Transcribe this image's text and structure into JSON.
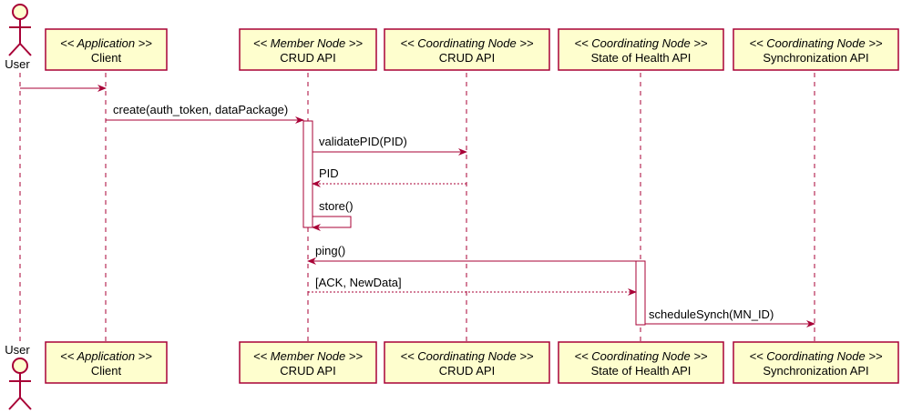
{
  "diagram": {
    "type": "sequence",
    "colors": {
      "participant_fill": "#FEFECE",
      "border": "#A80036",
      "actor_fill": "#FEFECE",
      "text": "#000000"
    },
    "actor": {
      "name": "User"
    },
    "participants": [
      {
        "id": "client",
        "stereotype": "<< Application >>",
        "name": "Client"
      },
      {
        "id": "mn_crud",
        "stereotype": "<< Member Node >>",
        "name": "CRUD API"
      },
      {
        "id": "cn_crud",
        "stereotype": "<< Coordinating Node >>",
        "name": "CRUD API"
      },
      {
        "id": "cn_soh",
        "stereotype": "<< Coordinating Node >>",
        "name": "State of Health API"
      },
      {
        "id": "cn_sync",
        "stereotype": "<< Coordinating Node >>",
        "name": "Synchronization API"
      }
    ],
    "messages": [
      {
        "from": "user",
        "to": "client",
        "label": "",
        "style": "solid"
      },
      {
        "from": "client",
        "to": "mn_crud",
        "label": "create(auth_token, dataPackage)",
        "style": "solid"
      },
      {
        "from": "mn_crud",
        "to": "cn_crud",
        "label": "validatePID(PID)",
        "style": "solid"
      },
      {
        "from": "cn_crud",
        "to": "mn_crud",
        "label": "PID",
        "style": "dashed"
      },
      {
        "from": "mn_crud",
        "to": "mn_crud",
        "label": "store()",
        "style": "self"
      },
      {
        "from": "cn_soh",
        "to": "mn_crud",
        "label": "ping()",
        "style": "solid"
      },
      {
        "from": "mn_crud",
        "to": "cn_soh",
        "label": "[ACK, NewData]",
        "style": "dashed"
      },
      {
        "from": "cn_soh",
        "to": "cn_sync",
        "label": "scheduleSynch(MN_ID)",
        "style": "solid"
      }
    ]
  }
}
